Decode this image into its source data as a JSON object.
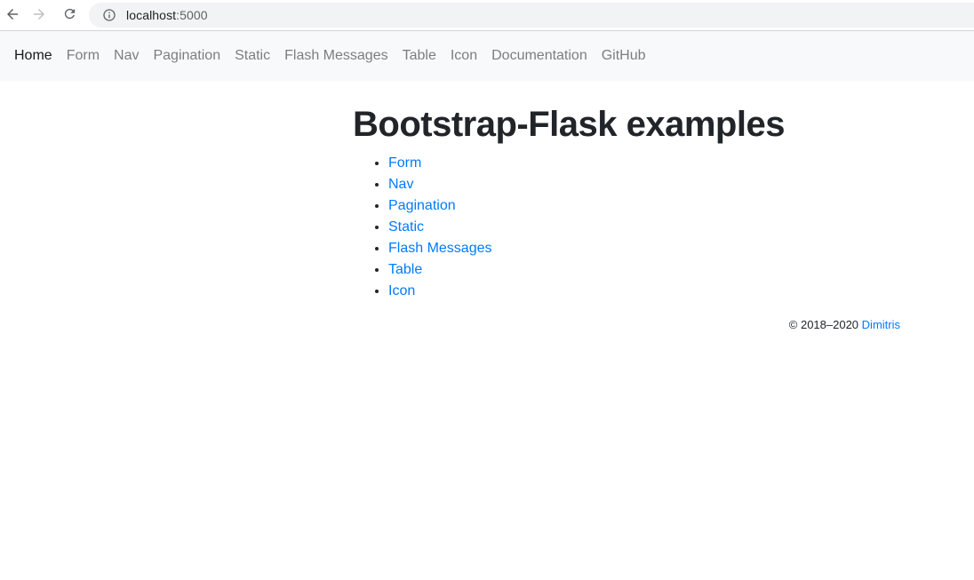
{
  "browser": {
    "address": {
      "host": "localhost",
      "port": ":5000"
    },
    "icons": {
      "back": "back-arrow",
      "forward": "forward-arrow",
      "refresh": "refresh",
      "page_info": "info-circle"
    }
  },
  "navbar": {
    "items": [
      {
        "label": "Home",
        "active": true
      },
      {
        "label": "Form",
        "active": false
      },
      {
        "label": "Nav",
        "active": false
      },
      {
        "label": "Pagination",
        "active": false
      },
      {
        "label": "Static",
        "active": false
      },
      {
        "label": "Flash Messages",
        "active": false
      },
      {
        "label": "Table",
        "active": false
      },
      {
        "label": "Icon",
        "active": false
      },
      {
        "label": "Documentation",
        "active": false
      },
      {
        "label": "GitHub",
        "active": false
      }
    ]
  },
  "main": {
    "title": "Bootstrap-Flask examples",
    "links": [
      "Form",
      "Nav",
      "Pagination",
      "Static",
      "Flash Messages",
      "Table",
      "Icon"
    ]
  },
  "footer": {
    "copyright": "© 2018–2020",
    "author": "Dimitris"
  },
  "colors": {
    "link_blue": "#007bff",
    "navbar_bg": "#f8f9fa",
    "omnibox_bg": "#f1f3f4",
    "text_dark": "#212529",
    "chrome_icon": "#5f6368",
    "chrome_icon_disabled": "#bdc1c6"
  }
}
